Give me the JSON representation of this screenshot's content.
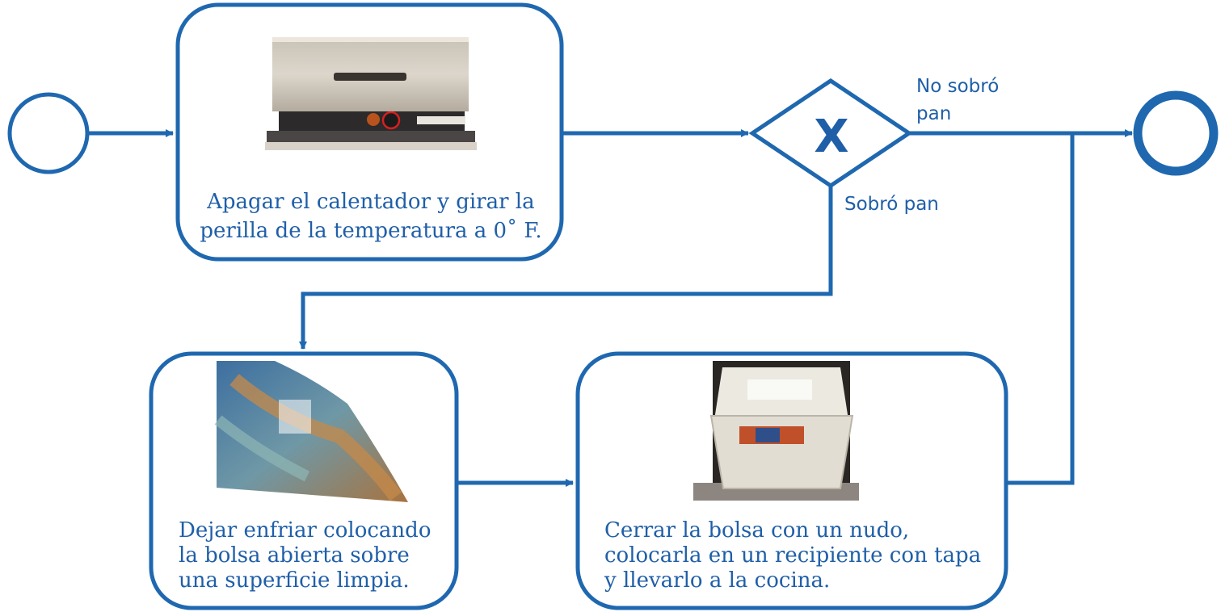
{
  "colors": {
    "stroke": "#1f68b0",
    "text": "#1f5fa8"
  },
  "process": {
    "start_event": {
      "name": "start"
    },
    "end_event": {
      "name": "end"
    },
    "tasks": [
      {
        "id": "task-1",
        "lines": [
          "Apagar el calentador y girar la",
          "perilla de la temperatura a 0˚ F."
        ],
        "image": "warmer-oven-photo"
      },
      {
        "id": "task-2",
        "lines": [
          "Dejar enfriar colocando",
          "la bolsa abierta sobre",
          "una superficie limpia."
        ],
        "image": "bread-bag-photo"
      },
      {
        "id": "task-3",
        "lines": [
          "Cerrar la bolsa con un nudo,",
          "colocarla en un recipiente con tapa",
          "y llevarlo a la cocina."
        ],
        "image": "container-with-lid-photo"
      }
    ],
    "gateway": {
      "symbol": "X"
    },
    "branches": {
      "no_bread": [
        "No sobró",
        "pan"
      ],
      "bread_left": "Sobró pan"
    }
  }
}
